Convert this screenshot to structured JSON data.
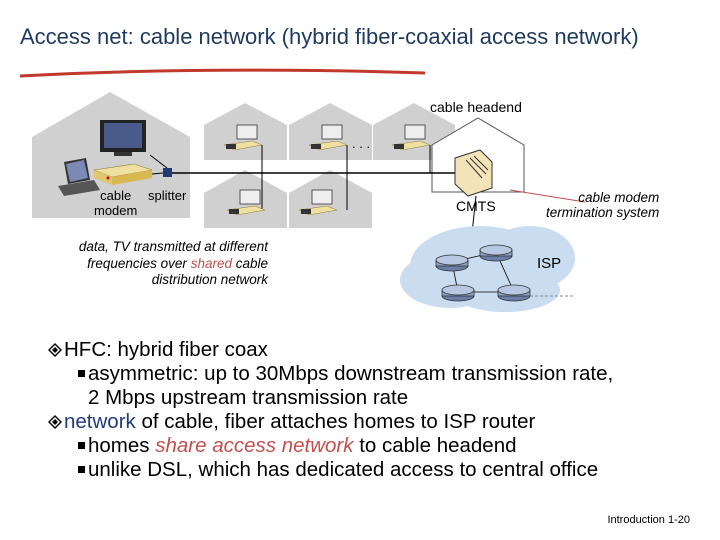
{
  "title": "Access net: cable network (hybrid fiber-coaxial access network)",
  "diagram": {
    "cable_headend": "cable headend",
    "ellipsis": ". . .",
    "cable_modem": "cable\nmodem",
    "splitter": "splitter",
    "cmts": "CMTS",
    "cmts_desc": "cable modem\ntermination system",
    "isp": "ISP",
    "note_part1": "data, TV transmitted at different",
    "note_part2": "frequencies over ",
    "note_shared": "shared",
    "note_part3": " cable",
    "note_part4": "distribution network"
  },
  "bullets": [
    {
      "text": "HFC: hybrid fiber coax",
      "subs": [
        "asymmetric: up to 30Mbps downstream transmission rate,",
        "2 Mbps upstream transmission rate"
      ]
    },
    {
      "prefix": "network",
      "text": " of cable, fiber attaches homes to ISP router",
      "subs": [
        {
          "pre": "homes ",
          "em": "share access network",
          "post": " to cable headend"
        },
        "unlike DSL, which has dedicated access to central office"
      ]
    }
  ],
  "footer": "Introduction 1-20",
  "colors": {
    "title": "#1f3a5f",
    "accent_red": "#c0504d",
    "underline": "#c0392b",
    "house": "#c8c8c8"
  }
}
